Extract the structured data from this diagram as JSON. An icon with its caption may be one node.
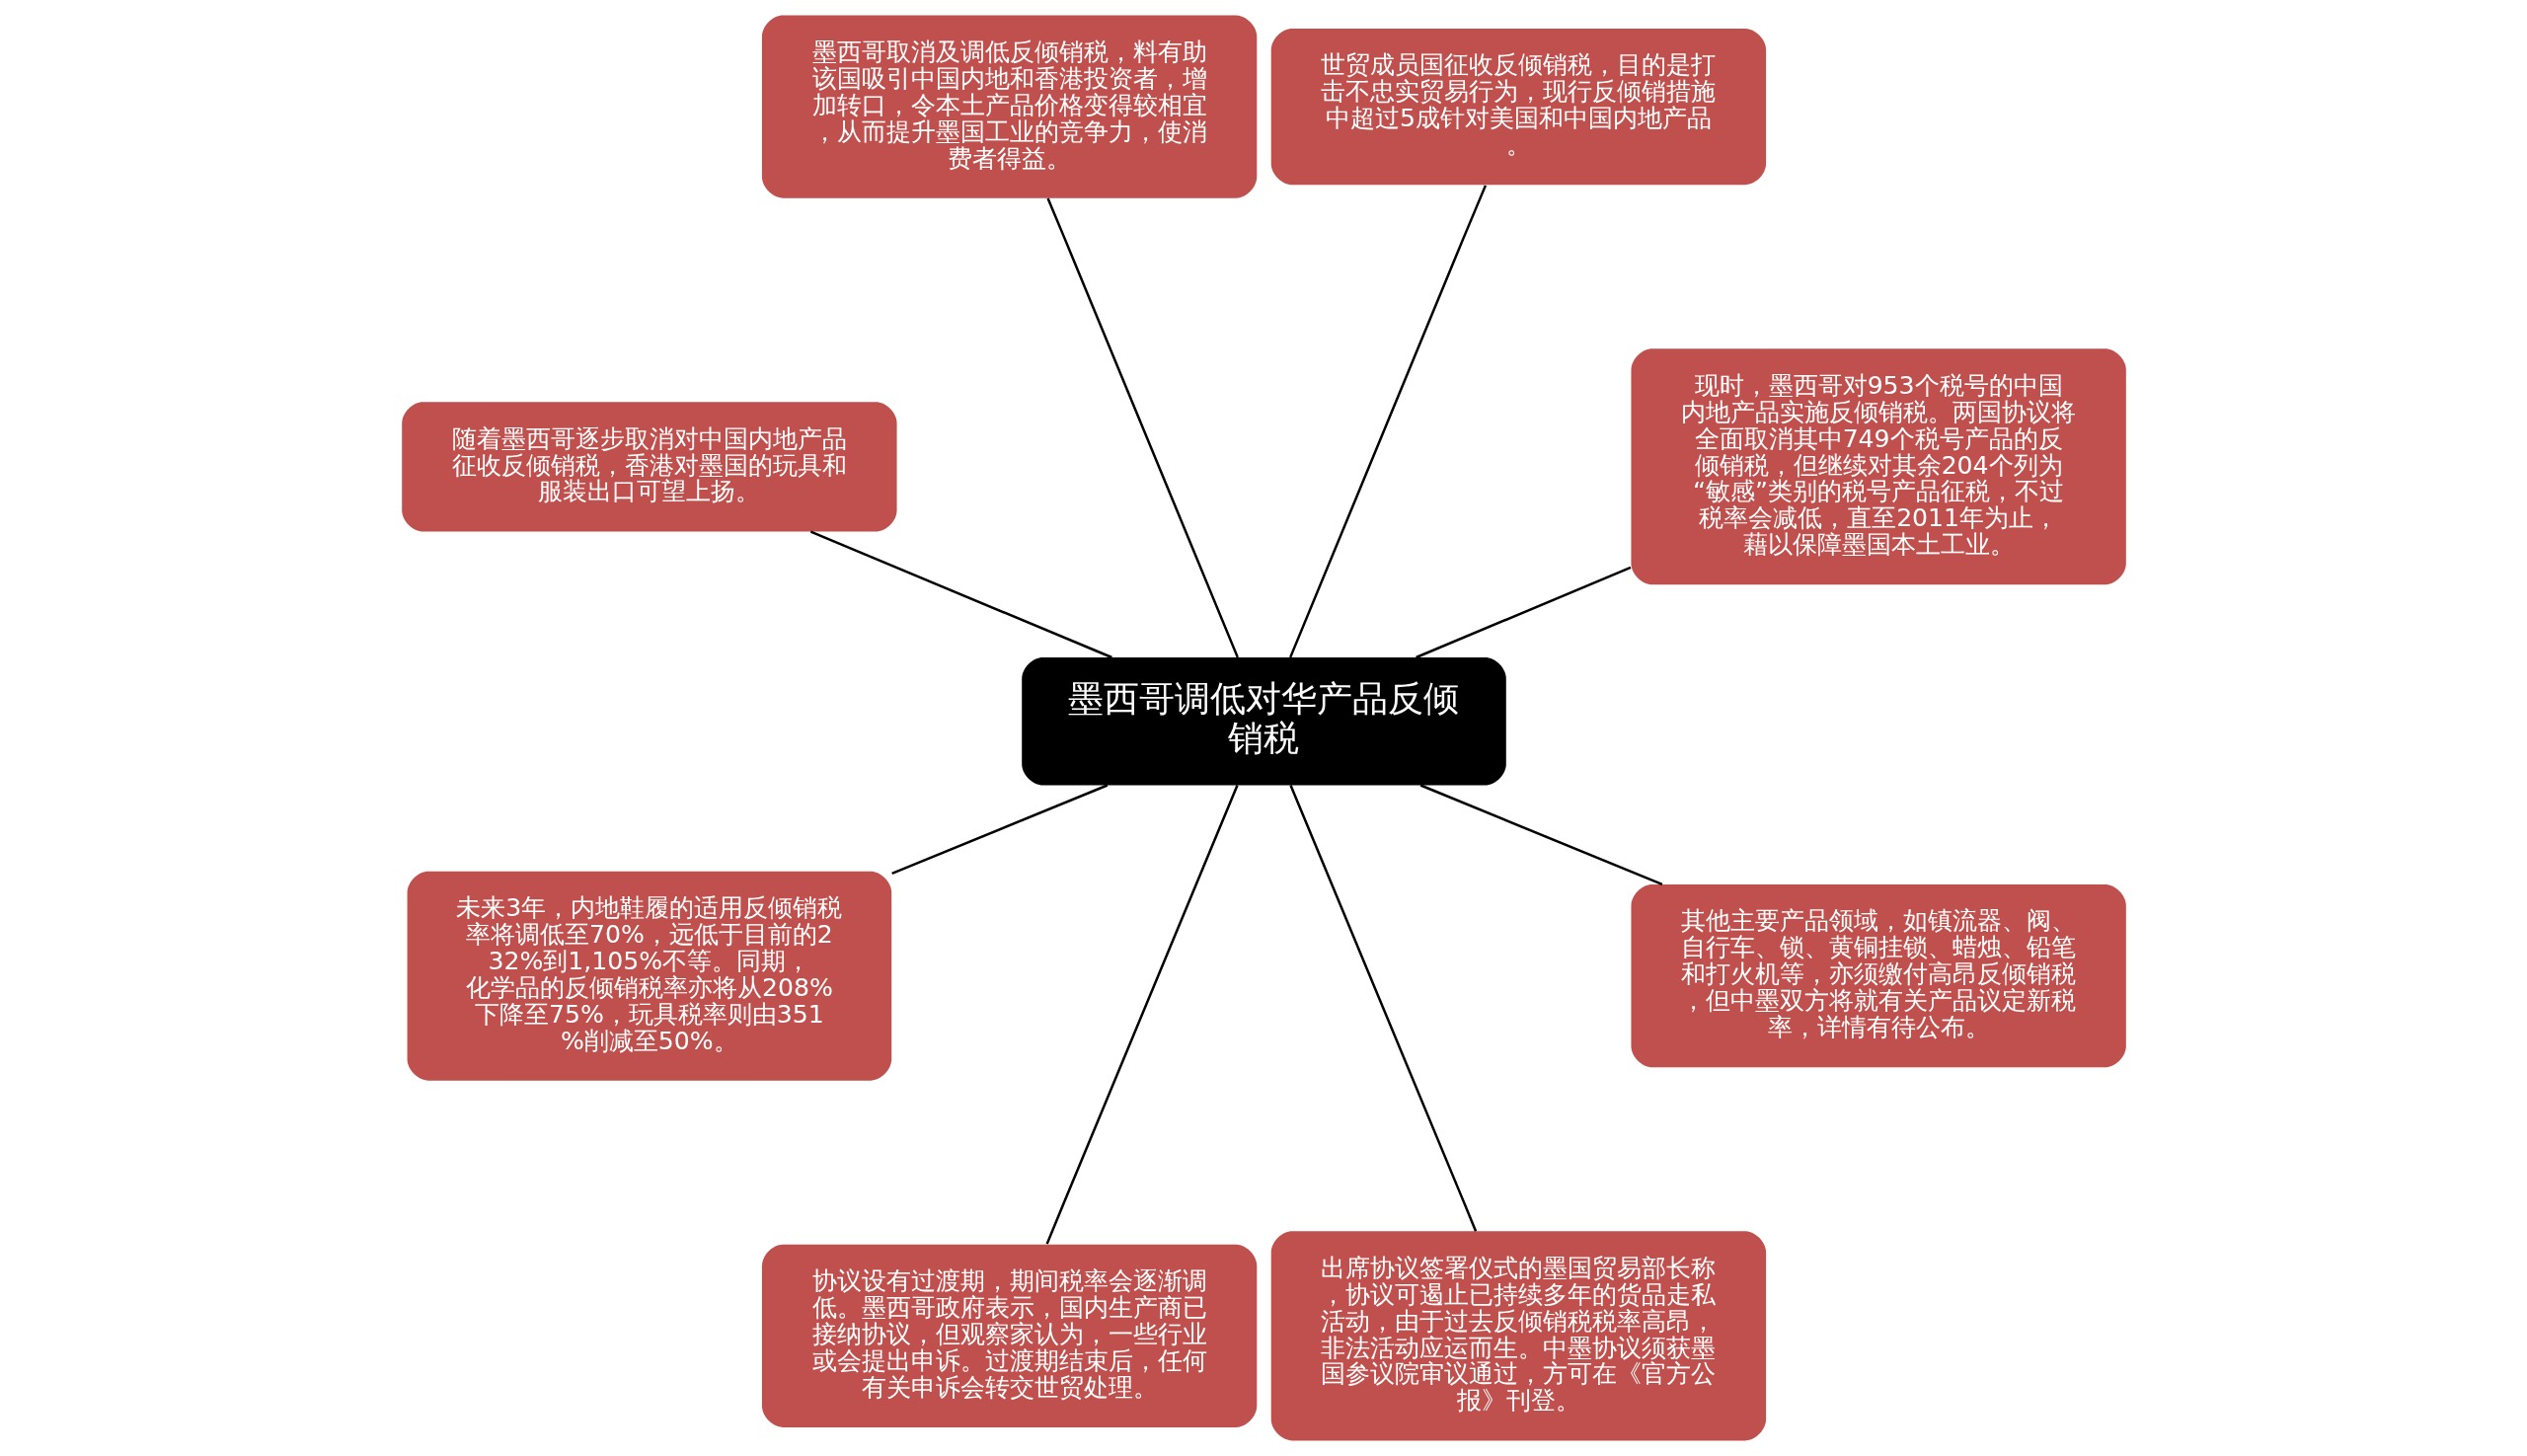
{
  "diagram": {
    "nodes": [
      {
        "text": [
          "墨西哥调低对华产品反倾销税"
        ]
      },
      {
        "text": [
          "现时，墨西哥对953个税号的中国内地产品实施反倾销税。两国协议将全面取消其中749个税号产品的反倾销税，但继续对其余204个列为“敏感”类别的税号产品征税，不过税率会减低，直至2011年为止，藉以保障墨国本土工业。"
        ]
      },
      {
        "text": [
          "世贸成员国征收反倾销税，目的是打击不忠实贸易行为，现行反倾销措施中超过5成针对美国和中国内地产品。"
        ]
      },
      {
        "text": [
          "墨西哥取消及调低反倾销税，料有助该国吸引中国内地和香港投资者，增加转口，令本土产品价格变得较相宜，从而提升墨国工业的竞争力，使消费者得益。"
        ]
      },
      {
        "text": [
          "随着墨西哥逐步取消对中国内地产品征收反倾销税，香港对墨国的玩具和服装出口可望上扬。"
        ]
      },
      {
        "text": [
          "未来3年，内地鞋履的适用反倾销税率将调低至70%，远低于目前的232%到1,105%不等。同期，化学品的反倾销税率亦将从208%下降至75%，玩具税率则由351%削减至50%。"
        ]
      },
      {
        "text": [
          "协议设有过渡期，期间税率会逐渐调低。墨西哥政府表示，国内生产商已接纳协议，但观察家认为，一些行业或会提出申诉。过渡期结束后，任何有关申诉会转交世贸处理。"
        ]
      },
      {
        "text": [
          "出席协议签署仪式的墨国贸易部长称，协议可遏止已持续多年的货品走私活动，由于过去反倾销税税率高昂，非法活动应运而生。中墨协议须获墨国参议院审议通过，方可在《官方公报》刊登。"
        ]
      },
      {
        "text": [
          "其他主要产品领域，如镇流器、阀、自行车、锁、黄铜挂锁、蜡烛、铅笔和打火机等，亦须缴付高昂反倾销税，但中墨双方将就有关产品议定新税率，详情有待公布。"
        ]
      }
    ],
    "edges": [
      {
        "from": 0,
        "to": 1,
        "arrow": "none"
      },
      {
        "from": 0,
        "to": 2,
        "arrow": "none"
      },
      {
        "from": 0,
        "to": 3,
        "arrow": "none"
      },
      {
        "from": 0,
        "to": 4,
        "arrow": "none"
      },
      {
        "from": 0,
        "to": 5,
        "arrow": "none"
      },
      {
        "from": 0,
        "to": 6,
        "arrow": "none"
      },
      {
        "from": 0,
        "to": 7,
        "arrow": "none"
      },
      {
        "from": 0,
        "to": 8,
        "arrow": "none"
      }
    ]
  }
}
